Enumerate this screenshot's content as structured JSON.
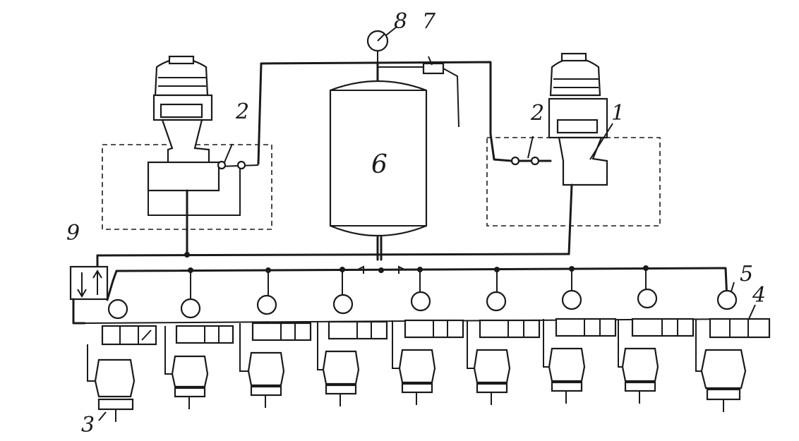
{
  "labels": {
    "valve": "1",
    "pressure_switch": "2",
    "hydraulic_cylinder": "3",
    "control_valve": "4",
    "check_valve": "5",
    "accumulator": "6",
    "pressure_relay": "7",
    "gauge": "8",
    "distributor": "9"
  }
}
